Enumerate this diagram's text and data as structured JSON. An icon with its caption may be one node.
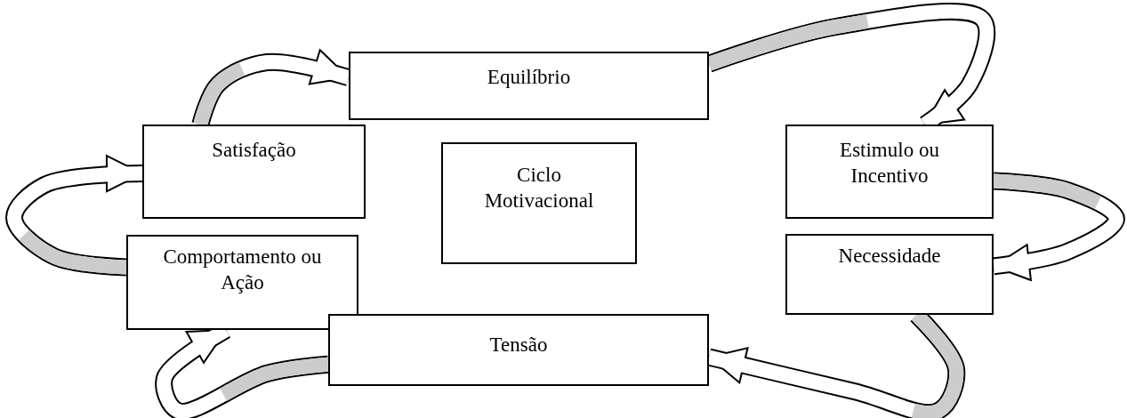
{
  "diagram": {
    "nodes": [
      {
        "text": [
          "Equilíbrio"
        ]
      },
      {
        "text": [
          "Satisfação"
        ]
      },
      {
        "text": [
          "Ciclo Motivacional"
        ]
      },
      {
        "text": [
          "Estimulo ou Incentivo"
        ]
      },
      {
        "text": [
          "Comportamento ou Ação"
        ]
      },
      {
        "text": [
          "Necessidade"
        ]
      },
      {
        "text": [
          "Tensão"
        ]
      }
    ],
    "edges": [
      {
        "from": 1,
        "to": 0,
        "arrow": "to"
      },
      {
        "from": 0,
        "to": 3,
        "arrow": "to"
      },
      {
        "from": 3,
        "to": 5,
        "arrow": "to"
      },
      {
        "from": 5,
        "to": 6,
        "arrow": "to"
      },
      {
        "from": 6,
        "to": 4,
        "arrow": "to"
      },
      {
        "from": 4,
        "to": 1,
        "arrow": "to"
      }
    ]
  }
}
